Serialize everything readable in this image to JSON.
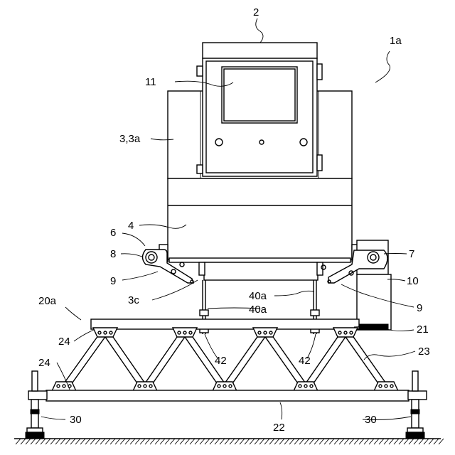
{
  "labels": {
    "l_2": "2",
    "l_1a": "1a",
    "l_11": "11",
    "l_3": "3,3a",
    "l_4": "4",
    "l_6": "6",
    "l_8": "8",
    "l_7": "7",
    "l_9l": "9",
    "l_10": "10",
    "l_3c": "3c",
    "l_40a1": "40a",
    "l_40a2": "40a",
    "l_9r": "9",
    "l_20a": "20a",
    "l_21": "21",
    "l_24a": "24",
    "l_42l": "42",
    "l_42r": "42",
    "l_23": "23",
    "l_24b": "24",
    "l_30l": "30",
    "l_30r": "30",
    "l_22": "22"
  }
}
